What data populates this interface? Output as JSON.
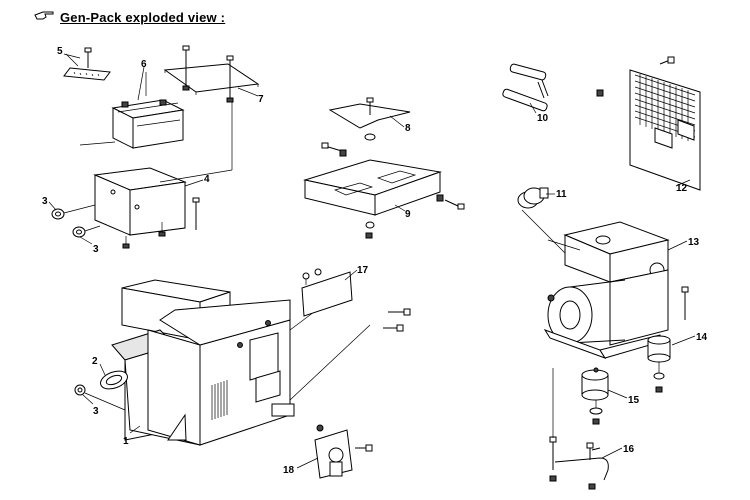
{
  "header": {
    "icon": "pointing-hand-icon",
    "title": "Gen-Pack exploded view :"
  },
  "callouts": [
    "1",
    "2",
    "3",
    "3",
    "3",
    "4",
    "5",
    "6",
    "7",
    "8",
    "9",
    "10",
    "11",
    "12",
    "13",
    "14",
    "15",
    "16",
    "17",
    "18"
  ]
}
